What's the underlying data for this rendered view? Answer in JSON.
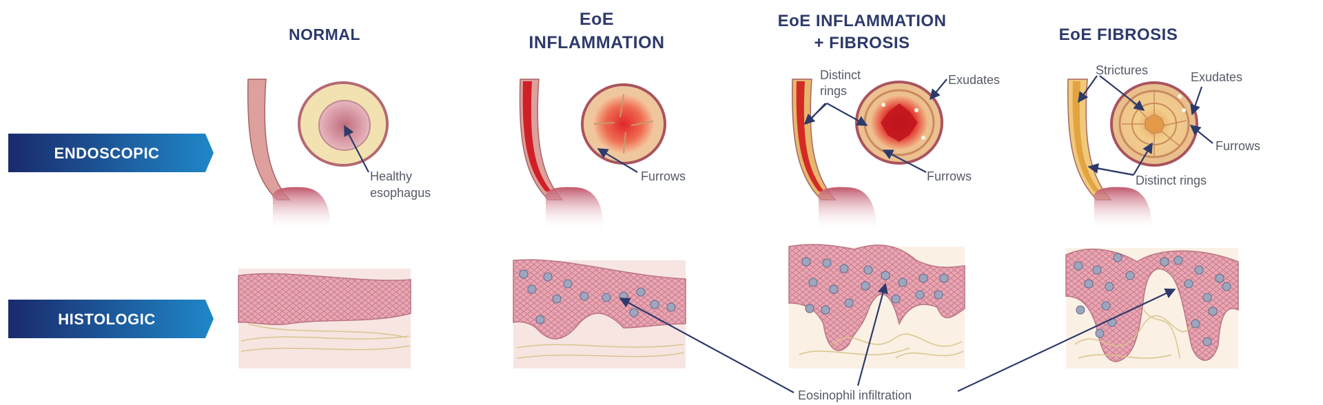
{
  "columns": [
    {
      "title_line1": "NORMAL",
      "title_line2": ""
    },
    {
      "title_line1": "EoE",
      "title_line2": "INFLAMMATION"
    },
    {
      "title_line1": "EoE INFLAMMATION",
      "title_line2": "+ FIBROSIS"
    },
    {
      "title_line1": "EoE FIBROSIS",
      "title_line2": ""
    }
  ],
  "rows": {
    "endoscopic": "ENDOSCOPIC",
    "histologic": "HISTOLOGIC"
  },
  "annotations": {
    "healthy_line1": "Healthy",
    "healthy_line2": "esophagus",
    "furrows_inflam": "Furrows",
    "distinct_rings_line1": "Distinct",
    "distinct_rings_line2": "rings",
    "exudates_inflam_fib": "Exudates",
    "furrows_inflam_fib": "Furrows",
    "strictures": "Strictures",
    "exudates_fib": "Exudates",
    "furrows_fib": "Furrows",
    "distinct_rings_fib": "Distinct rings",
    "eosinophil": "Eosinophil infiltration"
  },
  "colors": {
    "title": "#2d3a6b",
    "banner_dark": "#1a2a6c",
    "banner_light": "#1f87c8",
    "leader": "#2d3a6b",
    "tissue_pink": "#e9a9b5",
    "ring_cream": "#f3e3b4",
    "inflamed_red": "#d9262c"
  }
}
